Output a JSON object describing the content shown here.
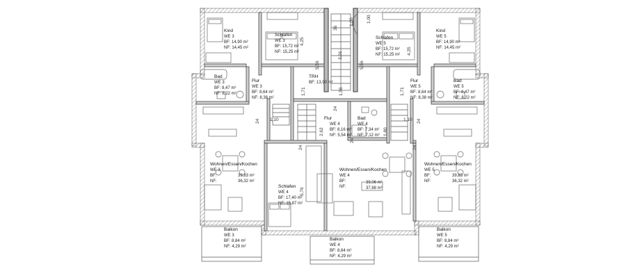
{
  "rooms": {
    "kind_l": {
      "name": "Kind",
      "we": "WE 3",
      "bf": "BF: 14,90 m²",
      "nf": "NF: 14,45 m²"
    },
    "schlafen_l": {
      "name": "Schlafen",
      "we": "WE 3",
      "bf": "BF: 15,72 m²",
      "nf": "NF: 15,25 m²"
    },
    "bad_l": {
      "name": "Bad",
      "we": "WE 3",
      "bf": "BF: 8,47 m²",
      "nf": "NF: 8,22 m²"
    },
    "flur_l": {
      "name": "Flur",
      "we": "WE 3",
      "bf": "BF: 8,64 m²",
      "nf": "NF: 8,38 m²"
    },
    "trh": {
      "name": "TRH",
      "bf": "BF: 13,90 m²"
    },
    "schlafen_r": {
      "name": "Schlafen",
      "we": "WE 5",
      "bf": "BF: 15,72 m²",
      "nf": "NF: 15,25 m²"
    },
    "kind_r": {
      "name": "Kind",
      "we": "WE 5",
      "bf": "BF: 14,90 m²",
      "nf": "NF: 14,45 m²"
    },
    "bad_r": {
      "name": "Bad",
      "we": "WE 5",
      "bf": "BF: 8,47 m²",
      "nf": "NF: 8,22 m²"
    },
    "flur_r": {
      "name": "Flur",
      "we": "WE 5",
      "bf": "BF: 8,64 m²",
      "nf": "NF: 8,38 m²"
    },
    "flur_c": {
      "name": "Flur",
      "we": "WE 4",
      "bf": "BF: 8,16 m²",
      "nf": "NF: 5,54 m²"
    },
    "bad_c": {
      "name": "Bad",
      "we": "WE 4",
      "bf": "BF: 7,34 m²",
      "nf": "NF: 7,12 m²"
    },
    "wek_l": {
      "name": "Wohnen/Essen/Kochen",
      "we": "WE 3",
      "bf": "BF:",
      "nf": "NF:",
      "bf_val": "39,83 m²",
      "nf_val": "36,32 m²"
    },
    "schlafen_c": {
      "name": "Schlafen",
      "we": "WE 4",
      "bf": "BF: 17,40 m²",
      "nf": "NF: 15,87 m²"
    },
    "wek_c": {
      "name": "Wohnen/Essen/Kochen",
      "we": "WE 4",
      "bf": "BF:",
      "nf": "NF:",
      "bf_val": "39,06 m²",
      "nf_val": "37,88 m²"
    },
    "wek_r": {
      "name": "Wohnen/Essen/Kochen",
      "we": "WE 5",
      "bf": "BF:",
      "nf": "NF:",
      "bf_val": "39,83 m²",
      "nf_val": "36,32 m²"
    },
    "balkon_l": {
      "name": "Balkon",
      "we": "WE 3",
      "bf": "BF: 8,84 m²",
      "nf": "NF: 4,29 m²"
    },
    "balkon_c": {
      "name": "Balkon",
      "we": "WE 4",
      "bf": "BF: 8,84 m²",
      "nf": "NF: 4,29 m²"
    },
    "balkon_r": {
      "name": "Balkon",
      "we": "WE 5",
      "bf": "BF: 8,84 m²",
      "nf": "NF: 4,29 m²"
    }
  },
  "dims": [
    "4,25",
    "5,56",
    "3,01",
    "1,00",
    "5,56",
    "4,25",
    "1,71",
    "1,55",
    "1,71",
    "1,10",
    "1,10",
    "2,62",
    "1,80",
    "5,76",
    "24",
    "24",
    "24",
    "24",
    "24",
    "24",
    "1,00",
    "36"
  ]
}
